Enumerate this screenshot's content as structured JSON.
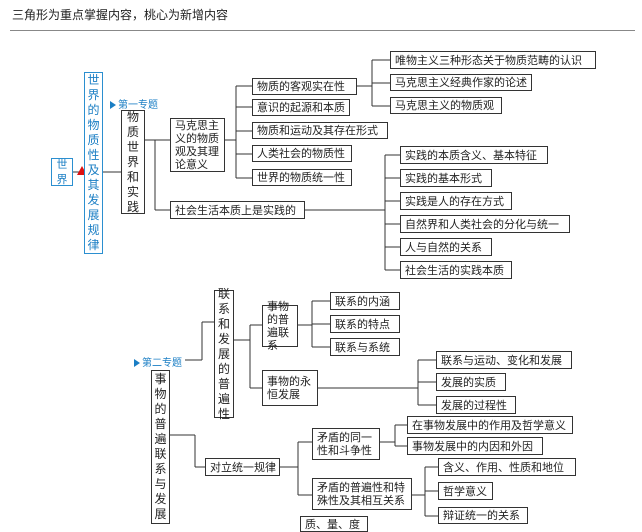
{
  "header": {
    "title": "三角形为重点掌握内容，桃心为新增内容"
  },
  "root": {
    "world": "世界",
    "topic": "世界的物质性及其发展规律"
  },
  "topic1": {
    "tag": "第一专题",
    "main": "物质世界和实践",
    "sub1": "马克思主义的物质观及其理论意义",
    "items": [
      "物质的客观实在性",
      "意识的起源和本质",
      "物质和运动及其存在形式",
      "人类社会的物质性",
      "世界的物质统一性"
    ],
    "far": [
      "唯物主义三种形态关于物质范畴的认识",
      "马克思主义经典作家的论述",
      "马克思主义的物质观"
    ],
    "sub2": "社会生活本质上是实践的",
    "practice": [
      "实践的本质含义、基本特征",
      "实践的基本形式",
      "实践是人的存在方式",
      "自然界和人类社会的分化与统一",
      "人与自然的关系",
      "社会生活的实践本质"
    ]
  },
  "topic2": {
    "tag": "第二专题",
    "main": "事物的普遍联系与发展",
    "sub1": "联系和发展的普遍性",
    "link": "事物的普遍联系",
    "link_items": [
      "联系的内涵",
      "联系的特点",
      "联系与系统"
    ],
    "dev": "事物的永恒发展",
    "dev_items": [
      "联系与运动、变化和发展",
      "发展的实质",
      "发展的过程性"
    ],
    "unity": "对立统一规律",
    "c1": "矛盾的同一性和斗争性",
    "c1_items": [
      "在事物发展中的作用及哲学意义",
      "事物发展中的内因和外因"
    ],
    "c2": "矛盾的普遍性和特殊性及其相互关系",
    "c2_items": [
      "含义、作用、性质和地位",
      "哲学意义",
      "辩证统一的关系"
    ],
    "cut": "质、量、度"
  }
}
